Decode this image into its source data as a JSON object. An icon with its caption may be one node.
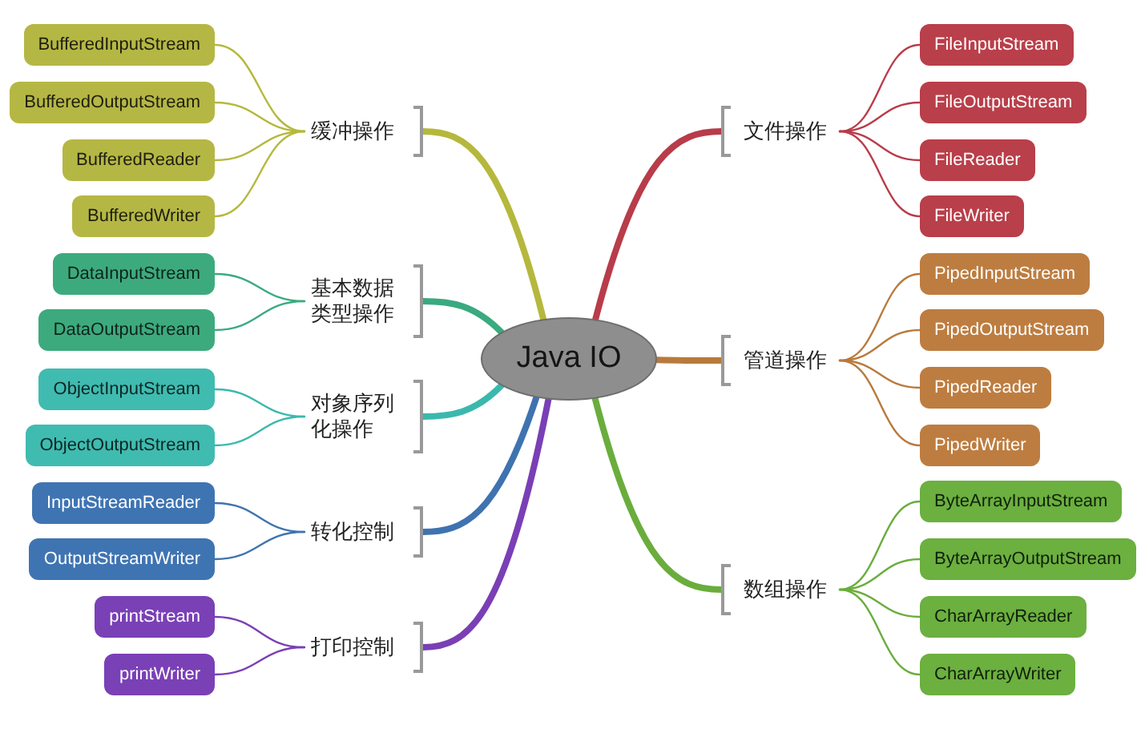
{
  "diagram": {
    "nodes": [
      {
        "text": [
          "Java IO"
        ]
      },
      {
        "text": [
          "缓冲操作"
        ]
      },
      {
        "text": [
          "BufferedInputStream"
        ]
      },
      {
        "text": [
          "BufferedOutputStream"
        ]
      },
      {
        "text": [
          "BufferedReader"
        ]
      },
      {
        "text": [
          "BufferedWriter"
        ]
      },
      {
        "text": [
          "基本数据类型操作"
        ]
      },
      {
        "text": [
          "DataInputStream"
        ]
      },
      {
        "text": [
          "DataOutputStream"
        ]
      },
      {
        "text": [
          "对象序列化操作"
        ]
      },
      {
        "text": [
          "ObjectInputStream"
        ]
      },
      {
        "text": [
          "ObjectOutputStream"
        ]
      },
      {
        "text": [
          "转化控制"
        ]
      },
      {
        "text": [
          "InputStreamReader"
        ]
      },
      {
        "text": [
          "OutputStreamWriter"
        ]
      },
      {
        "text": [
          "打印控制"
        ]
      },
      {
        "text": [
          "printStream"
        ]
      },
      {
        "text": [
          "printWriter"
        ]
      },
      {
        "text": [
          "文件操作"
        ]
      },
      {
        "text": [
          "FileInputStream"
        ]
      },
      {
        "text": [
          "FileOutputStream"
        ]
      },
      {
        "text": [
          "FileReader"
        ]
      },
      {
        "text": [
          "FileWriter"
        ]
      },
      {
        "text": [
          "管道操作"
        ]
      },
      {
        "text": [
          "PipedInputStream"
        ]
      },
      {
        "text": [
          "PipedOutputStream"
        ]
      },
      {
        "text": [
          "PipedReader"
        ]
      },
      {
        "text": [
          "PipedWriter"
        ]
      },
      {
        "text": [
          "数组操作"
        ]
      },
      {
        "text": [
          "ByteArrayInputStream"
        ]
      },
      {
        "text": [
          "ByteArrayOutputStream"
        ]
      },
      {
        "text": [
          "CharArrayReader"
        ]
      },
      {
        "text": [
          "CharArrayWriter"
        ]
      }
    ],
    "edges": [
      {
        "from": 0,
        "to": 1,
        "arrow": "none",
        "style": "thick",
        "color": "#b5b83c"
      },
      {
        "from": 1,
        "to": 2,
        "arrow": "none",
        "color": "#b5b83c"
      },
      {
        "from": 1,
        "to": 3,
        "arrow": "none",
        "color": "#b5b83c"
      },
      {
        "from": 1,
        "to": 4,
        "arrow": "none",
        "color": "#b5b83c"
      },
      {
        "from": 1,
        "to": 5,
        "arrow": "none",
        "color": "#b5b83c"
      },
      {
        "from": 0,
        "to": 6,
        "arrow": "none",
        "style": "thick",
        "color": "#3aaa80"
      },
      {
        "from": 6,
        "to": 7,
        "arrow": "none",
        "color": "#3aaa80"
      },
      {
        "from": 6,
        "to": 8,
        "arrow": "none",
        "color": "#3aaa80"
      },
      {
        "from": 0,
        "to": 9,
        "arrow": "none",
        "style": "thick",
        "color": "#3bb8ad"
      },
      {
        "from": 9,
        "to": 10,
        "arrow": "none",
        "color": "#3bb8ad"
      },
      {
        "from": 9,
        "to": 11,
        "arrow": "none",
        "color": "#3bb8ad"
      },
      {
        "from": 0,
        "to": 12,
        "arrow": "none",
        "style": "thick",
        "color": "#3f73b0"
      },
      {
        "from": 12,
        "to": 13,
        "arrow": "none",
        "color": "#3f73b0"
      },
      {
        "from": 12,
        "to": 14,
        "arrow": "none",
        "color": "#3f73b0"
      },
      {
        "from": 0,
        "to": 15,
        "arrow": "none",
        "style": "thick",
        "color": "#7a3fb5"
      },
      {
        "from": 15,
        "to": 16,
        "arrow": "none",
        "color": "#7a3fb5"
      },
      {
        "from": 15,
        "to": 17,
        "arrow": "none",
        "color": "#7a3fb5"
      },
      {
        "from": 0,
        "to": 18,
        "arrow": "none",
        "style": "thick",
        "color": "#b83c4a"
      },
      {
        "from": 18,
        "to": 19,
        "arrow": "none",
        "color": "#b83c4a"
      },
      {
        "from": 18,
        "to": 20,
        "arrow": "none",
        "color": "#b83c4a"
      },
      {
        "from": 18,
        "to": 21,
        "arrow": "none",
        "color": "#b83c4a"
      },
      {
        "from": 18,
        "to": 22,
        "arrow": "none",
        "color": "#b83c4a"
      },
      {
        "from": 0,
        "to": 23,
        "arrow": "none",
        "style": "thick",
        "color": "#b87a3c"
      },
      {
        "from": 23,
        "to": 24,
        "arrow": "none",
        "color": "#b87a3c"
      },
      {
        "from": 23,
        "to": 25,
        "arrow": "none",
        "color": "#b87a3c"
      },
      {
        "from": 23,
        "to": 26,
        "arrow": "none",
        "color": "#b87a3c"
      },
      {
        "from": 23,
        "to": 27,
        "arrow": "none",
        "color": "#b87a3c"
      },
      {
        "from": 0,
        "to": 28,
        "arrow": "none",
        "style": "thick",
        "color": "#6aad3c"
      },
      {
        "from": 28,
        "to": 29,
        "arrow": "none",
        "color": "#6aad3c"
      },
      {
        "from": 28,
        "to": 30,
        "arrow": "none",
        "color": "#6aad3c"
      },
      {
        "from": 28,
        "to": 31,
        "arrow": "none",
        "color": "#6aad3c"
      },
      {
        "from": 28,
        "to": 32,
        "arrow": "none",
        "color": "#6aad3c"
      }
    ]
  }
}
